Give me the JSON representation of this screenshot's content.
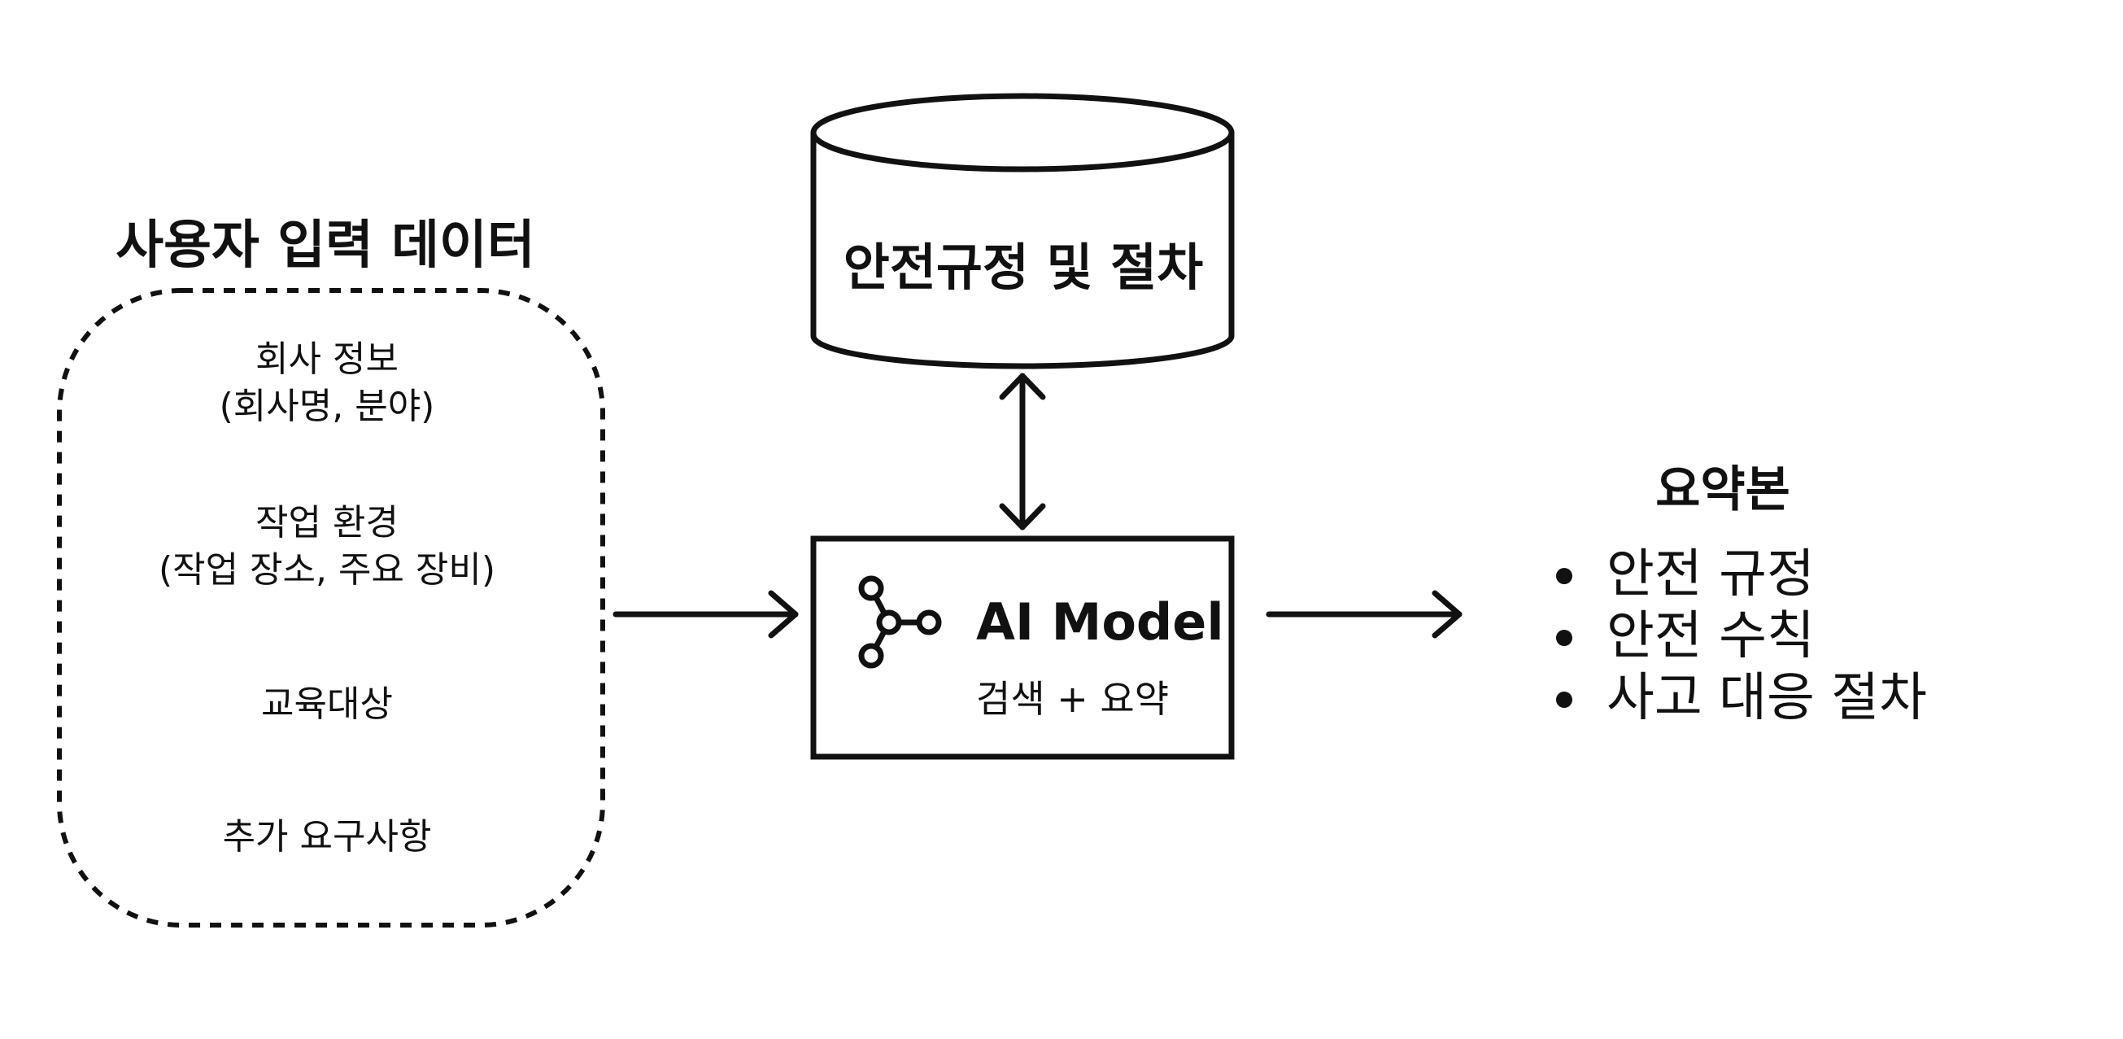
{
  "input": {
    "title": "사용자 입력 데이터",
    "items": [
      {
        "line1": "회사 정보",
        "line2": "(회사명, 분야)"
      },
      {
        "line1": "작업 환경",
        "line2": "(작업 장소, 주요 장비)"
      },
      {
        "line1": "교육대상",
        "line2": ""
      },
      {
        "line1": "추가 요구사항",
        "line2": ""
      }
    ]
  },
  "database": {
    "label": "안전규정 및 절차"
  },
  "model": {
    "label": "AI Model",
    "subtitle": "검색 + 요약",
    "icon": "network-nodes-icon"
  },
  "output": {
    "title": "요약본",
    "items": [
      "안전 규정",
      "안전 수칙",
      "사고 대응 절차"
    ]
  },
  "colors": {
    "stroke": "#111111",
    "background": "#ffffff"
  }
}
